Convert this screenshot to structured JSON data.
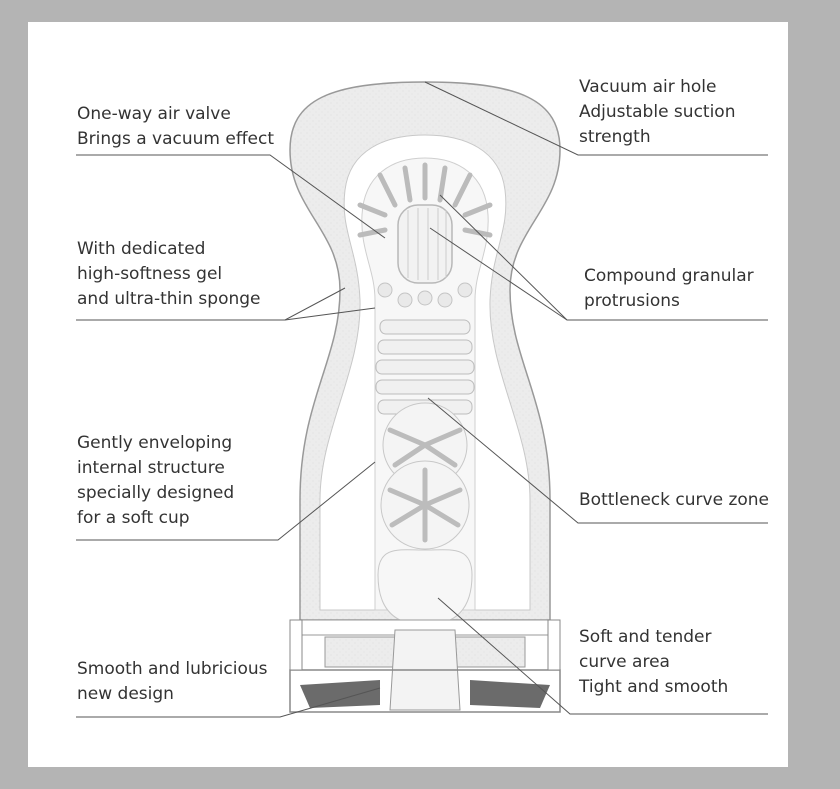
{
  "labels_left": [
    {
      "id": "air-valve",
      "lines": [
        "One-way air valve",
        "Brings a vacuum effect"
      ]
    },
    {
      "id": "soft-gel",
      "lines": [
        "With dedicated",
        "high-softness gel",
        "and ultra-thin sponge"
      ]
    },
    {
      "id": "enveloping",
      "lines": [
        "Gently enveloping",
        "internal structure",
        "specially designed",
        "for a soft cup"
      ]
    },
    {
      "id": "smooth-design",
      "lines": [
        "Smooth and lubricious",
        "new design"
      ]
    }
  ],
  "labels_right": [
    {
      "id": "air-hole",
      "lines": [
        "Vacuum air hole",
        "Adjustable suction",
        "strength"
      ]
    },
    {
      "id": "granular",
      "lines": [
        "Compound granular",
        "protrusions"
      ]
    },
    {
      "id": "bottleneck",
      "lines": [
        "Bottleneck curve zone"
      ]
    },
    {
      "id": "curve-area",
      "lines": [
        "Soft and tender",
        "curve area",
        "Tight and smooth"
      ]
    }
  ],
  "colors": {
    "background": "#b4b4b4",
    "panel": "#ffffff",
    "line": "#555555",
    "text": "#333333",
    "sponge": "#ececec",
    "gel": "#f7f7f7",
    "gel_edge": "#c8c8c8"
  }
}
